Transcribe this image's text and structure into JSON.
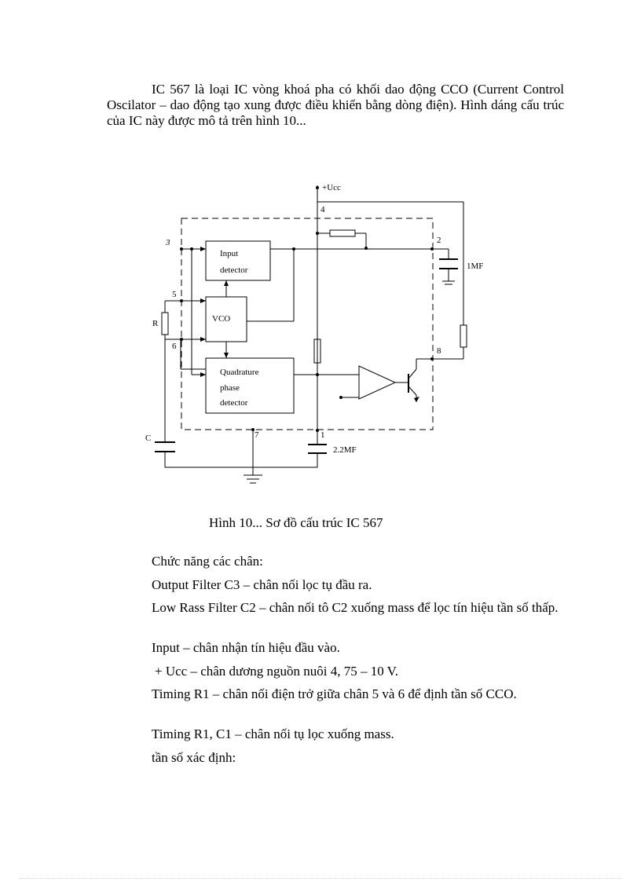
{
  "intro": "IC 567 là loại IC vòng khoá pha có khối dao động CCO (Current Control Oscilator – dao động tạo xung được điều khiển bằng dòng điện). Hình dáng cấu trúc của IC này được mô tả trên hình 10...",
  "diagram": {
    "vcc_label": "+Ucc",
    "pins": {
      "p1": "1",
      "p2": "2",
      "p3": "3",
      "p4": "4",
      "p5": "5",
      "p6": "6",
      "p7": "7",
      "p8": "8"
    },
    "blocks": {
      "input_detector": [
        "Input",
        "detector"
      ],
      "vco": "VCO",
      "quadrature_detector": [
        "Quadrature",
        "phase",
        "detector"
      ]
    },
    "components": {
      "r_label": "R",
      "c_label": "C",
      "cap_2": "1MF",
      "cap_1": "2.2MF"
    }
  },
  "caption": "Hình 10... Sơ đồ cấu trúc IC 567",
  "lines": [
    "Chức năng các chân:",
    "Output Filter C3 – chân nối lọc tụ đầu ra.",
    "Low Rass Filter C2 – chân nối tô C2 xuống mass để lọc tín hiệu tần số thấp.",
    "Input – chân nhận tín hiệu đầu vào.",
    "+ Ucc – chân dương nguồn nuôi 4, 75 – 10 V.",
    "Timing R1 – chân nối điện trở giữa chân 5 và 6 để định tần số CCO.",
    "Timing R1, C1 – chân nối tụ lọc xuống mass.",
    "tần số xác định:"
  ]
}
